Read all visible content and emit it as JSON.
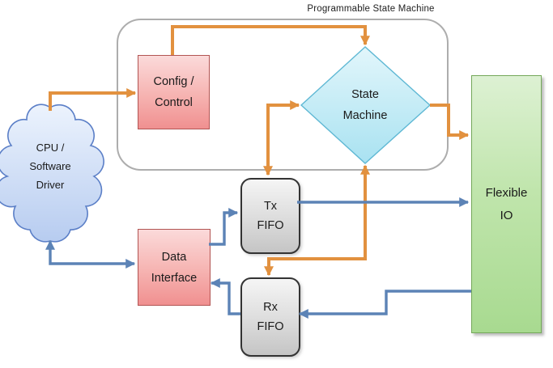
{
  "diagram": {
    "container_label": "Programmable State Machine",
    "nodes": {
      "cloud": {
        "label": "CPU /\nSoftware\nDriver"
      },
      "config_control": {
        "label": "Config /\nControl"
      },
      "state_machine": {
        "label": "State\nMachine"
      },
      "tx_fifo": {
        "label": "Tx\nFIFO"
      },
      "rx_fifo": {
        "label": "Rx\nFIFO"
      },
      "data_interface": {
        "label": "Data\nInterface"
      },
      "flexible_io": {
        "label": "Flexible\nIO"
      }
    },
    "edges": [
      {
        "id": "cloud-to-config",
        "from": "cloud",
        "to": "config_control",
        "color": "orange",
        "arrows": "to"
      },
      {
        "id": "config-to-state-machine",
        "from": "config_control",
        "to": "state_machine",
        "color": "orange",
        "arrows": "to"
      },
      {
        "id": "state-machine-tx-fifo",
        "from": "state_machine",
        "to": "tx_fifo",
        "color": "orange",
        "arrows": "both"
      },
      {
        "id": "state-machine-to-flex-io",
        "from": "state_machine",
        "to": "flexible_io",
        "color": "orange",
        "arrows": "to"
      },
      {
        "id": "state-machine-rx-fifo",
        "from": "state_machine",
        "to": "rx_fifo",
        "color": "orange",
        "arrows": "both"
      },
      {
        "id": "cloud-data-interface",
        "from": "cloud",
        "to": "data_interface",
        "color": "blue",
        "arrows": "both"
      },
      {
        "id": "data-interface-to-tx",
        "from": "data_interface",
        "to": "tx_fifo",
        "color": "blue",
        "arrows": "to"
      },
      {
        "id": "tx-to-flexible-io",
        "from": "tx_fifo",
        "to": "flexible_io",
        "color": "blue",
        "arrows": "to"
      },
      {
        "id": "flexible-io-to-rx",
        "from": "flexible_io",
        "to": "rx_fifo",
        "color": "blue",
        "arrows": "to"
      },
      {
        "id": "rx-to-data-interface",
        "from": "rx_fifo",
        "to": "data_interface",
        "color": "blue",
        "arrows": "to"
      }
    ],
    "colors": {
      "control_path_orange": "#E2913F",
      "data_path_blue": "#5C83B6",
      "pink_fill_top": "#FBDADA",
      "pink_fill_bottom": "#F09090",
      "pink_border": "#B25553",
      "cyan_fill_top": "#E2F6FB",
      "cyan_fill_bottom": "#A9E2F1",
      "cyan_border": "#5FB8D4",
      "gray_fill_top": "#F5F5F5",
      "gray_fill_bottom": "#C5C5C5",
      "gray_border": "#333333",
      "green_fill_top": "#DDF1D3",
      "green_fill_bottom": "#A8DA90",
      "green_border": "#74A85A",
      "cloud_fill_top": "#ECF3FD",
      "cloud_fill_bottom": "#B7CCF0",
      "cloud_border": "#5B7FC7",
      "container_border": "#ADADAD"
    }
  }
}
